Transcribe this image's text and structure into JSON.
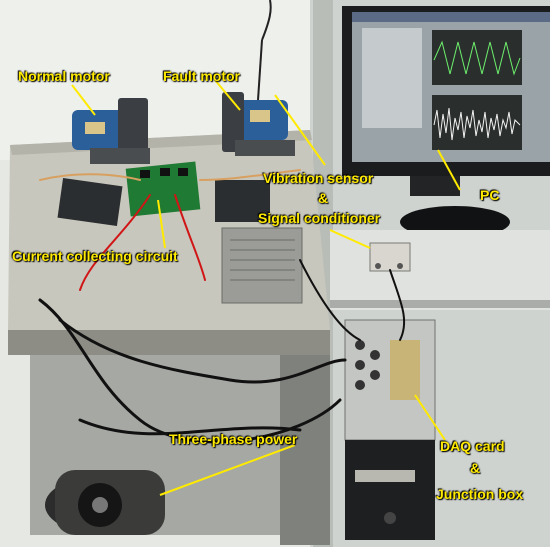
{
  "labels": {
    "normal_motor": "Normal motor",
    "fault_motor": "Fault motor",
    "vibration_sensor": "Vibration sensor",
    "ampersand_1": "&",
    "signal_conditioner": "Signal conditioner",
    "pc": "PC",
    "current_circuit": "Current collecting circuit",
    "three_phase_power": "Three-phase power",
    "daq_card": "DAQ card",
    "ampersand_2": "&",
    "junction_box": "Junction box"
  },
  "colors": {
    "label_text": "#ffea00",
    "leader_line": "#ffea00",
    "motor_body": "#2a5f9a",
    "table_top": "#c8c7bd",
    "screen_bg": "#9aa4a8",
    "pcb_green": "#1f7a33"
  }
}
